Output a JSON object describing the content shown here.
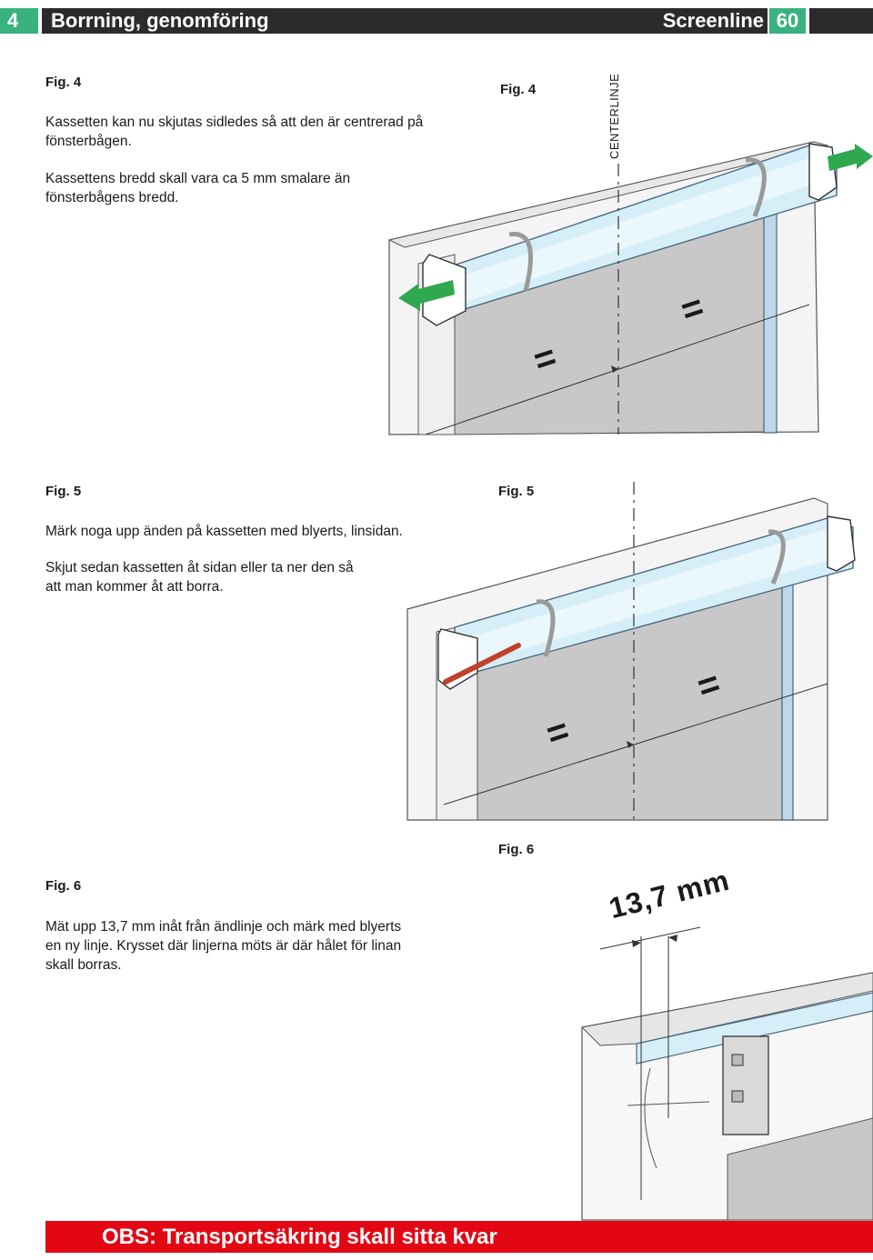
{
  "header": {
    "section_number": "4",
    "title": "Borrning, genomföring",
    "brand": "Screenline",
    "page_number": "60"
  },
  "sections": [
    {
      "fig_label": "Fig. 4",
      "paragraphs": [
        "Kassetten kan nu skjutas sidledes så att den är centrerad på fönsterbågen.",
        "Kassettens bredd skall vara ca 5 mm smalare än fönsterbågens bredd."
      ],
      "illustration_label": "Fig. 4",
      "centerline_label": "CENTERLINJE",
      "equal_mark": "="
    },
    {
      "fig_label": "Fig. 5",
      "paragraphs": [
        "Märk noga upp änden på kassetten med blyerts, linsidan.",
        "Skjut sedan kassetten åt sidan eller ta ner den så att man kommer åt att borra."
      ],
      "illustration_label": "Fig. 5",
      "equal_mark": "="
    },
    {
      "fig_label": "Fig. 6",
      "paragraphs": [
        "Mät upp 13,7 mm inåt från ändlinje och märk med blyerts en ny linje. Krysset där linjerna möts är där hålet för linan skall borras."
      ],
      "illustration_label": "Fig. 6",
      "measurement": "13,7 mm"
    }
  ],
  "footer": {
    "notice": "OBS: Transportsäkring skall sitta kvar",
    "notice_color": "#e30613"
  },
  "colors": {
    "accent_green": "#39b27f",
    "header_dark": "#2b2b2b",
    "arrow_green": "#2fa84f",
    "cassette_blue": "#d6eef8"
  }
}
